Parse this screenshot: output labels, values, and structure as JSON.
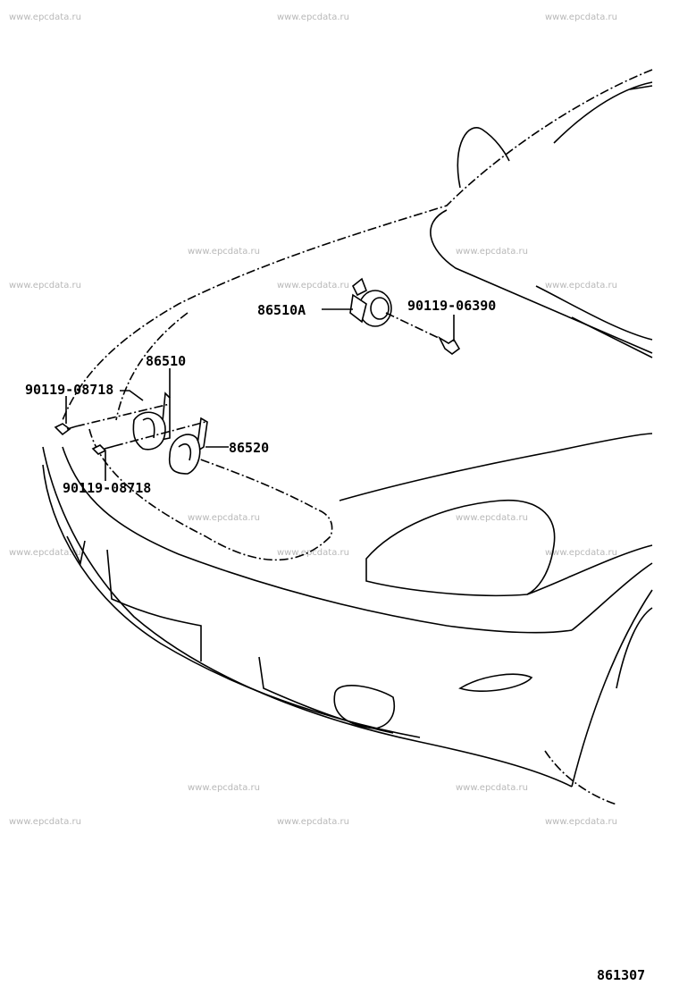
{
  "watermark": "www.epcdata.ru",
  "labels": {
    "horn_high_alt": "86510A",
    "bolt_high_alt": "90119-06390",
    "horn_high": "86510",
    "bolt_left_upper": "90119-08718",
    "horn_low": "86520",
    "bolt_left_lower": "90119-08718"
  },
  "diagram_id": "861307"
}
